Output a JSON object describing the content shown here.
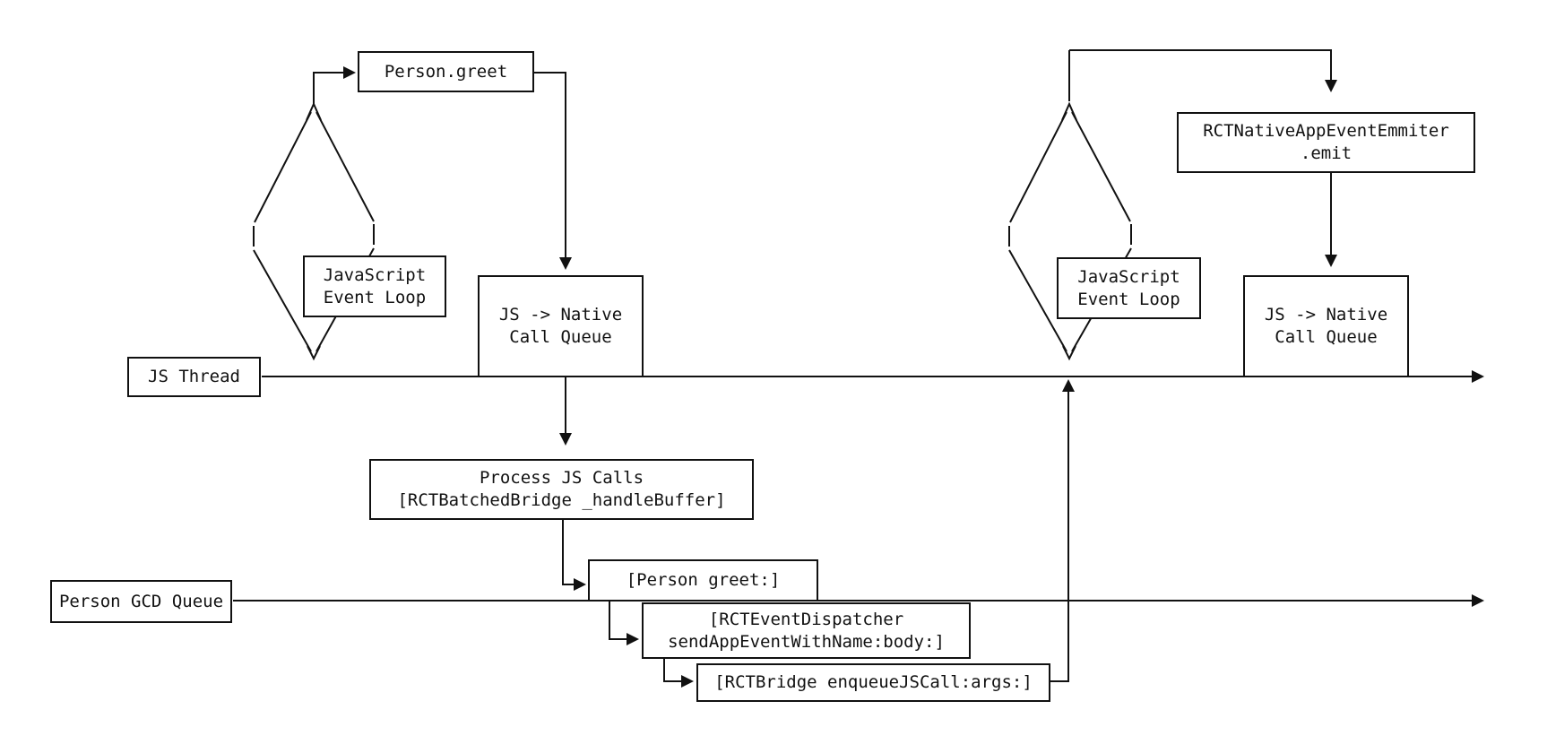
{
  "diagram": {
    "description": "React Native bridge call flow between JS thread and native GCD queue",
    "colors": {
      "background": "#ffffff",
      "line": "#111111",
      "text": "#111111"
    },
    "boxes": {
      "person_greet": {
        "label": "Person.greet"
      },
      "js_event_loop_left": {
        "line1": "JavaScript",
        "line2": "Event Loop"
      },
      "js_thread": {
        "label": "JS Thread"
      },
      "js_native_queue_left": {
        "line1": "JS -> Native",
        "line2": "Call Queue"
      },
      "process_js_calls": {
        "line1": "Process JS Calls",
        "line2": "[RCTBatchedBridge _handleBuffer]"
      },
      "person_gcd_queue": {
        "label": "Person GCD Queue"
      },
      "person_greet_call": {
        "label": "[Person greet:]"
      },
      "event_dispatcher": {
        "line1": "[RCTEventDispatcher",
        "line2": "sendAppEventWithName:body:]"
      },
      "rct_bridge": {
        "label": "[RCTBridge enqueueJSCall:args:]"
      },
      "rct_native_emitter": {
        "line1": "RCTNativeAppEventEmmiter",
        "line2": ".emit"
      },
      "js_event_loop_right": {
        "line1": "JavaScript",
        "line2": "Event Loop"
      },
      "js_native_queue_right": {
        "line1": "JS -> Native",
        "line2": "Call Queue"
      }
    }
  }
}
